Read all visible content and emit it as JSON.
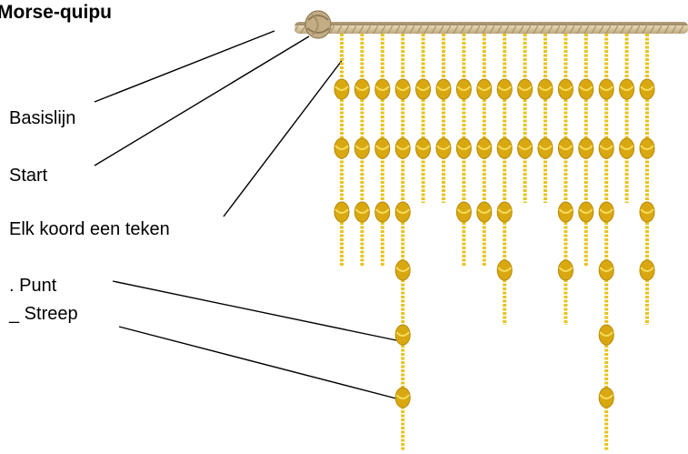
{
  "title": "Morse-quipu",
  "labels": {
    "baseline": "Basislijn",
    "start": "Start",
    "cord": "Elk koord een teken",
    "dot": ". Punt",
    "dash": "_ Streep"
  },
  "colors": {
    "rope": "#c9b58c",
    "cord": "#e8c41a",
    "knot": "#d9a810",
    "line": "#000000"
  },
  "icons": {
    "start_knot": "knot-icon"
  },
  "cords": [
    {
      "knots": [
        1,
        1,
        1
      ]
    },
    {
      "knots": [
        1,
        1,
        1
      ]
    },
    {
      "knots": [
        1,
        1,
        1
      ]
    },
    {
      "knots": [
        1,
        1,
        1,
        1,
        1,
        1
      ]
    },
    {
      "knots": [
        1,
        1
      ]
    },
    {
      "knots": [
        1,
        1
      ]
    },
    {
      "knots": [
        1,
        1,
        1
      ]
    },
    {
      "knots": [
        1,
        1,
        1
      ]
    },
    {
      "knots": [
        1,
        1,
        1,
        1
      ]
    },
    {
      "knots": [
        1,
        1
      ]
    },
    {
      "knots": [
        1,
        1
      ]
    },
    {
      "knots": [
        1,
        1,
        1,
        1
      ]
    },
    {
      "knots": [
        1,
        1,
        1
      ]
    },
    {
      "knots": [
        1,
        1,
        1,
        1,
        1,
        1
      ]
    },
    {
      "knots": [
        1,
        1
      ]
    },
    {
      "knots": [
        1,
        1,
        1,
        1
      ]
    }
  ]
}
